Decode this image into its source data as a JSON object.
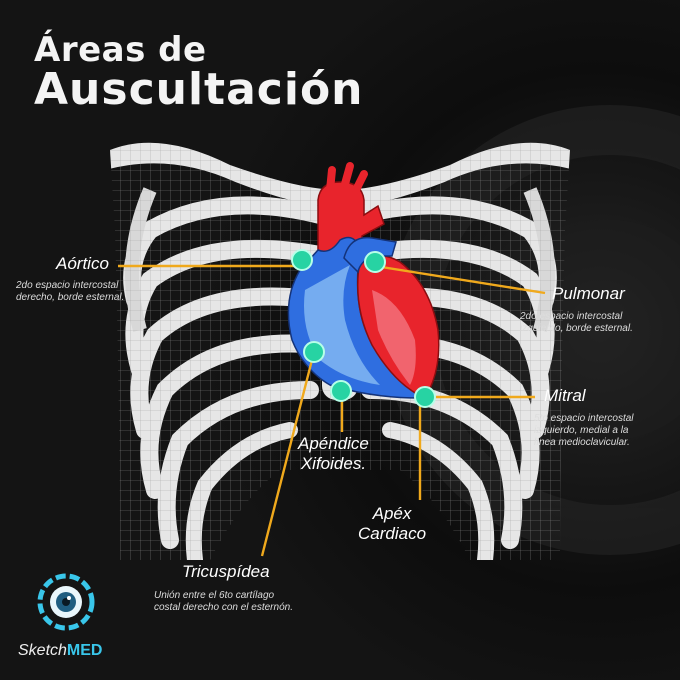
{
  "title": {
    "line1": "Áreas de",
    "line2": "Auscultación"
  },
  "points": {
    "aortico": {
      "label": "Aórtico",
      "desc": [
        "2do espacio intercostal",
        "derecho, borde esternal."
      ]
    },
    "pulmonar": {
      "label": "Pulmonar",
      "desc": [
        "2do espacio intercostal",
        "izquierdo, borde esternal."
      ]
    },
    "mitral": {
      "label": "Mitral",
      "desc": [
        "5to espacio intercostal",
        "izquierdo, medial a la",
        "línea medioclavicular."
      ]
    },
    "apendice": {
      "label": [
        "Apéndice",
        "Xifoides."
      ]
    },
    "apex": {
      "label": [
        "Apéx",
        "Cardiaco"
      ]
    },
    "tricuspidea": {
      "label": "Tricuspídea",
      "desc": [
        "Unión entre el 6to cartílago",
        "costal derecho con el esternón."
      ]
    }
  },
  "logo": {
    "word1": "Sketch",
    "word2": "MED"
  },
  "colors": {
    "accent_line": "#f0a91c",
    "dot": "#27d3a3",
    "heart_red": "#e8242c",
    "heart_blue": "#2f6ee0",
    "bone": "#e8e8e8"
  }
}
